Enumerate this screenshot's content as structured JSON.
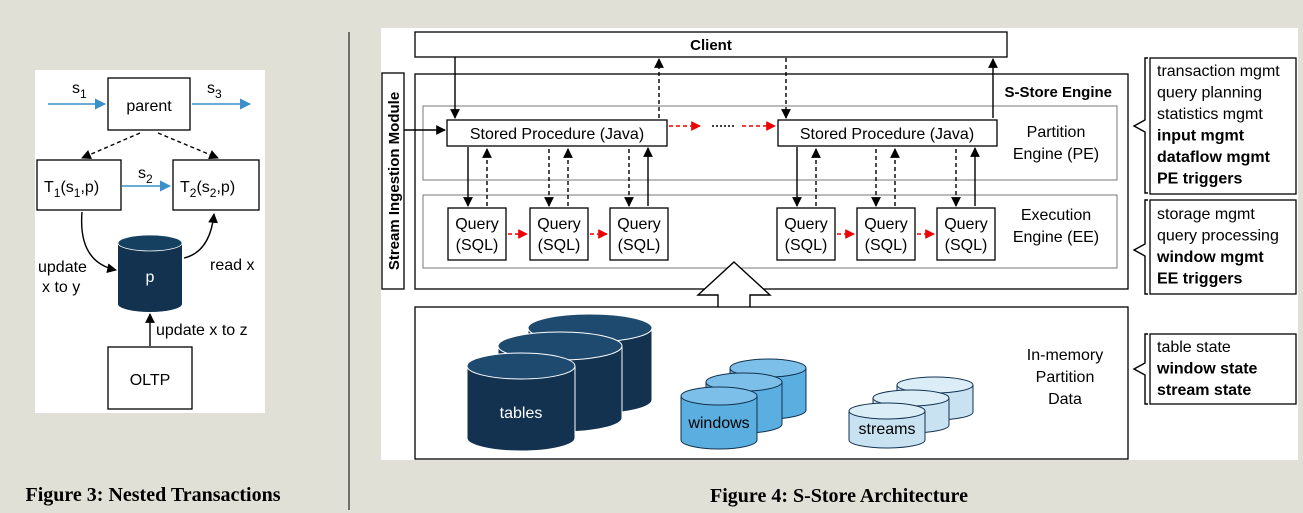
{
  "fig3": {
    "caption": "Figure 3: Nested Transactions",
    "parent": "parent",
    "s1": "s",
    "s1_sub": "1",
    "s3": "s",
    "s3_sub": "3",
    "s2": "s",
    "s2_sub": "2",
    "t1": {
      "a": "T",
      "a_sub": "1",
      "b": "(s",
      "b_sub": "1",
      "c": ",p)"
    },
    "t2": {
      "a": "T",
      "a_sub": "2",
      "b": "(s",
      "b_sub": "2",
      "c": ",p)"
    },
    "p": "p",
    "update_left_1": "update",
    "update_left_2": "x to y",
    "read": "read x",
    "update_bottom": "update x to z",
    "oltp": "OLTP"
  },
  "fig4": {
    "caption": "Figure 4: S-Store Architecture",
    "client": "Client",
    "engine": "S-Store Engine",
    "sim": "Stream Ingestion Module",
    "sp": "Stored Procedure (Java)",
    "query1": "Query",
    "query2": "(SQL)",
    "pe1": "Partition",
    "pe2": "Engine (PE)",
    "ee1": "Execution",
    "ee2": "Engine (EE)",
    "mem1": "In-memory",
    "mem2": "Partition",
    "mem3": "Data",
    "tables": "tables",
    "windows": "windows",
    "streams": "streams",
    "list1": [
      {
        "text": "transaction mgmt",
        "bold": false
      },
      {
        "text": "query planning",
        "bold": false
      },
      {
        "text": "statistics mgmt",
        "bold": false
      },
      {
        "text": "input mgmt",
        "bold": true
      },
      {
        "text": "dataflow mgmt",
        "bold": true
      },
      {
        "text": "PE triggers",
        "bold": true
      }
    ],
    "list2": [
      {
        "text": "storage mgmt",
        "bold": false
      },
      {
        "text": "query processing",
        "bold": false
      },
      {
        "text": "window mgmt",
        "bold": true
      },
      {
        "text": "EE triggers",
        "bold": true
      }
    ],
    "list3": [
      {
        "text": "table state",
        "bold": false
      },
      {
        "text": "window state",
        "bold": true
      },
      {
        "text": "stream state",
        "bold": true
      }
    ],
    "colors": {
      "table_fill": "#12324f",
      "window_fill": "#5aaee0",
      "stream_fill": "#c8e2f2",
      "red": "#e00000",
      "blue": "#3a90c8"
    }
  }
}
